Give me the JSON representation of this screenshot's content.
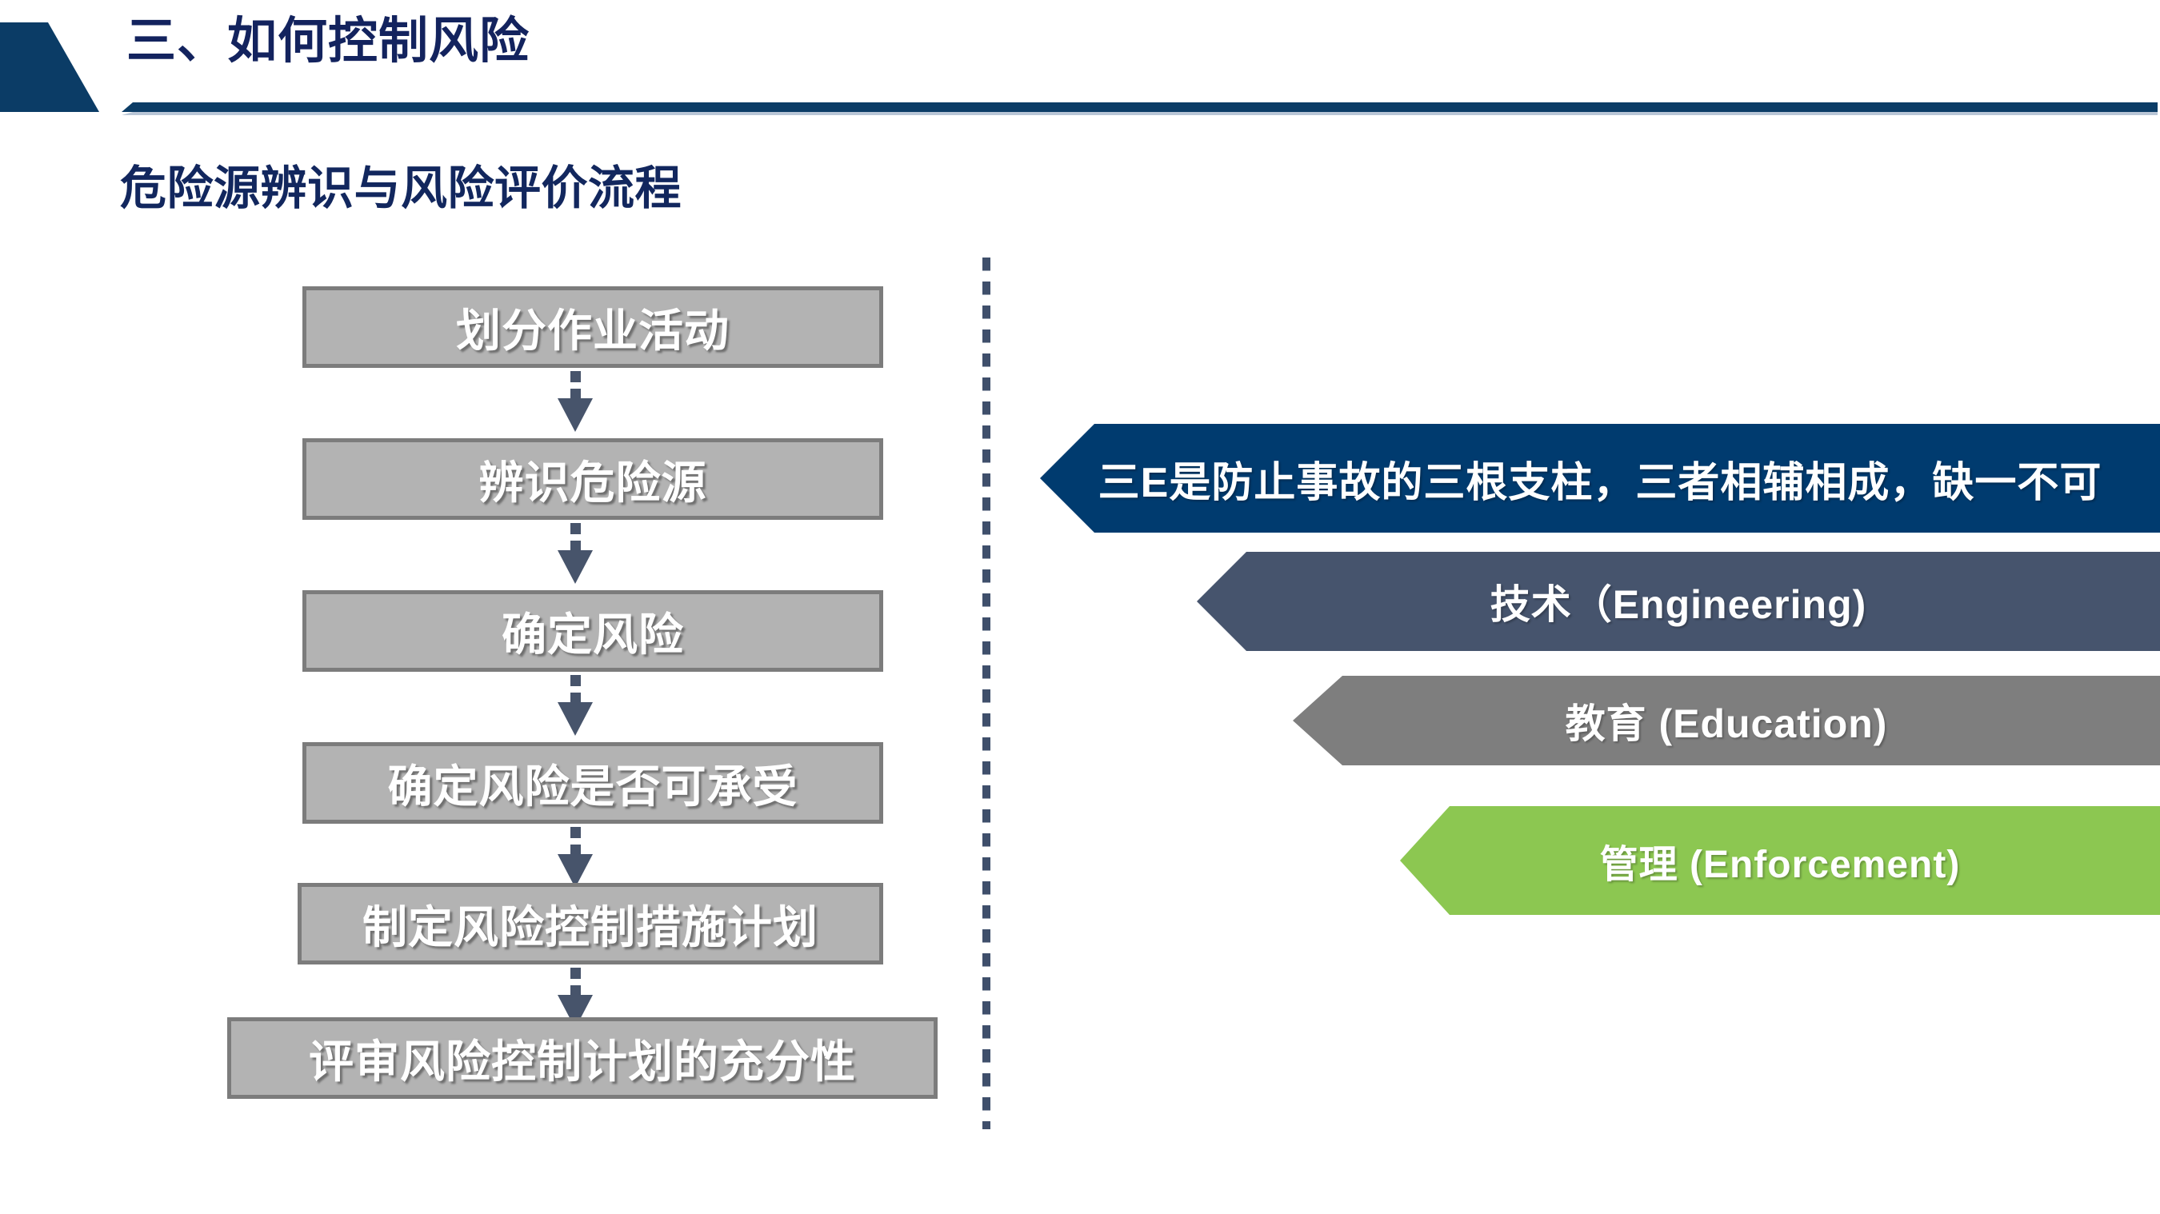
{
  "header": {
    "title": "三、如何控制风险",
    "accent_color": "#0B3C66",
    "title_color": "#13235E"
  },
  "subtitle": {
    "text": "危险源辨识与风险评价流程",
    "color": "#12275E"
  },
  "flowchart": {
    "box_fill": "#B3B3B3",
    "box_border": "#7C7C7C",
    "box_text_color": "#FFFFFF",
    "arrow_color": "#47546B",
    "steps": [
      {
        "label": "划分作业活动"
      },
      {
        "label": "辨识危险源"
      },
      {
        "label": "确定风险"
      },
      {
        "label": "确定风险是否可承受"
      },
      {
        "label": "制定风险控制措施计划"
      },
      {
        "label": "评审风险控制计划的充分性"
      }
    ]
  },
  "divider": {
    "style": "dashed-vertical",
    "color": "#3F4F6B"
  },
  "banners": [
    {
      "label": "三E是防止事故的三根支柱，三者相辅相成，缺一不可",
      "color": "#003B6F"
    },
    {
      "label": "技术（Engineering)",
      "color": "#46546D"
    },
    {
      "label": "教育 (Education)",
      "color": "#7E7E7E"
    },
    {
      "label": "管理 (Enforcement)",
      "color": "#8CC751"
    }
  ]
}
